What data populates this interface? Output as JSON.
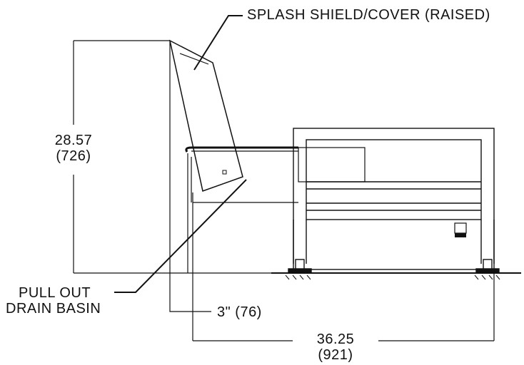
{
  "labels": {
    "splash_shield": "SPLASH SHIELD/COVER (RAISED)",
    "height_in": "28.57",
    "height_mm": "(726)",
    "drain_line1": "PULL OUT",
    "drain_line2": "DRAIN BASIN",
    "offset": "3\" (76)",
    "depth_in": "36.25",
    "depth_mm": "(921)"
  },
  "colors": {
    "ink": "#111111",
    "background": "#ffffff"
  }
}
